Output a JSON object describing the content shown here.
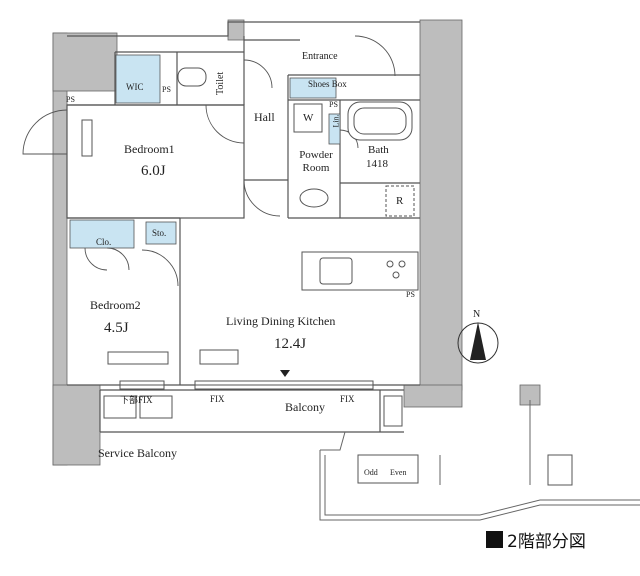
{
  "rooms": {
    "entrance": "Entrance",
    "toilet": "Toilet",
    "wic": "WIC",
    "ps": "PS",
    "shoes_box": "Shoes Box",
    "hall": "Hall",
    "washer": "W",
    "lin": "Lin.",
    "powder_room": "Powder Room",
    "bath": "Bath",
    "bath_size": "1418",
    "bedroom1": "Bedroom1",
    "bedroom1_size": "6.0J",
    "refrigerator": "R",
    "closet": "Clo.",
    "storage": "Sto.",
    "bedroom2": "Bedroom2",
    "bedroom2_size": "4.5J",
    "ldk": "Living Dining Kitchen",
    "ldk_size": "12.4J",
    "balcony": "Balcony",
    "fix": "FIX",
    "fix_left": "下部FIX",
    "service_balcony": "Service Balcony",
    "odd": "Odd",
    "even": "Even"
  },
  "compass": {
    "north": "N"
  },
  "legend": {
    "text": "2階部分図",
    "color": "#111111"
  },
  "colors": {
    "wall": "#b9b9b9",
    "line": "#555555",
    "storage_fill": "#c9e4f2"
  }
}
